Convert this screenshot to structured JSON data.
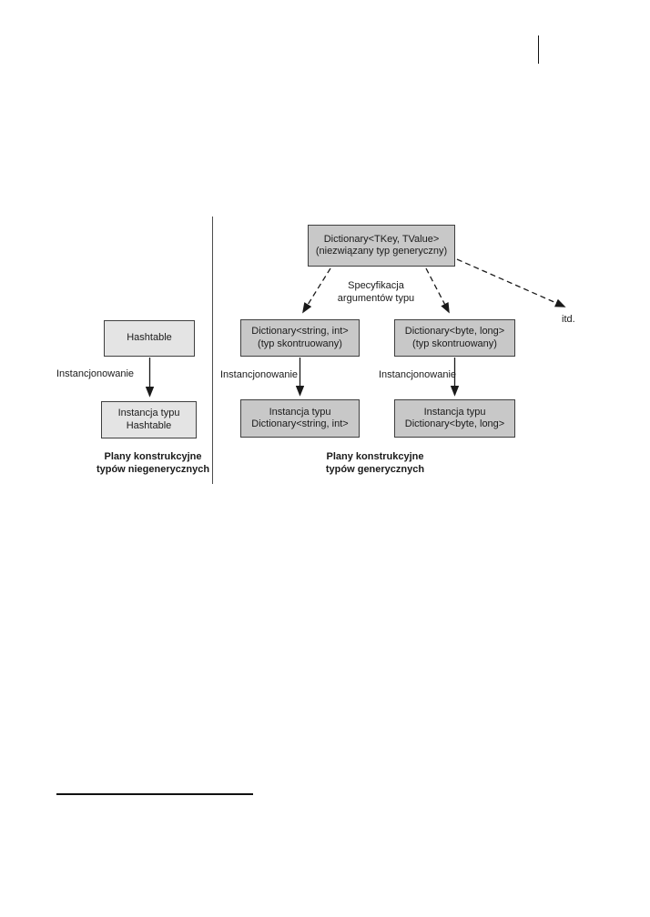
{
  "colors": {
    "page_bg": "#ffffff",
    "generic_box_fill": "#c8c8c8",
    "nongeneric_box_fill": "#e4e4e4",
    "box_border": "#3f3f3f",
    "text": "#1a1a1a",
    "line": "#1a1a1a",
    "divider": "#4d4d4d"
  },
  "diagram": {
    "left": {
      "nodes": {
        "hashtable": {
          "line1": "Hashtable"
        },
        "hashtable_instance": {
          "line1": "Instancja typu",
          "line2": "Hashtable"
        }
      },
      "labels": {
        "instantiation": "Instancjonowanie"
      },
      "caption": {
        "line1": "Plany konstrukcyjne",
        "line2": "typów niegenerycznych"
      }
    },
    "right": {
      "nodes": {
        "unbound": {
          "line1": "Dictionary<TKey, TValue>",
          "line2": "(niezwiązany typ generyczny)"
        },
        "constructed_string_int": {
          "line1": "Dictionary<string, int>",
          "line2": "(typ skontruowany)"
        },
        "constructed_byte_long": {
          "line1": "Dictionary<byte, long>",
          "line2": "(typ skontruowany)"
        },
        "instance_string_int": {
          "line1": "Instancja typu",
          "line2": "Dictionary<string, int>"
        },
        "instance_byte_long": {
          "line1": "Instancja typu",
          "line2": "Dictionary<byte, long>"
        }
      },
      "labels": {
        "specification": {
          "line1": "Specyfikacja",
          "line2": "argumentów typu"
        },
        "instantiation_left": "Instancjonowanie",
        "instantiation_right": "Instancjonowanie",
        "etc": "itd."
      },
      "caption": {
        "line1": "Plany konstrukcyjne",
        "line2": "typów generycznych"
      }
    }
  }
}
